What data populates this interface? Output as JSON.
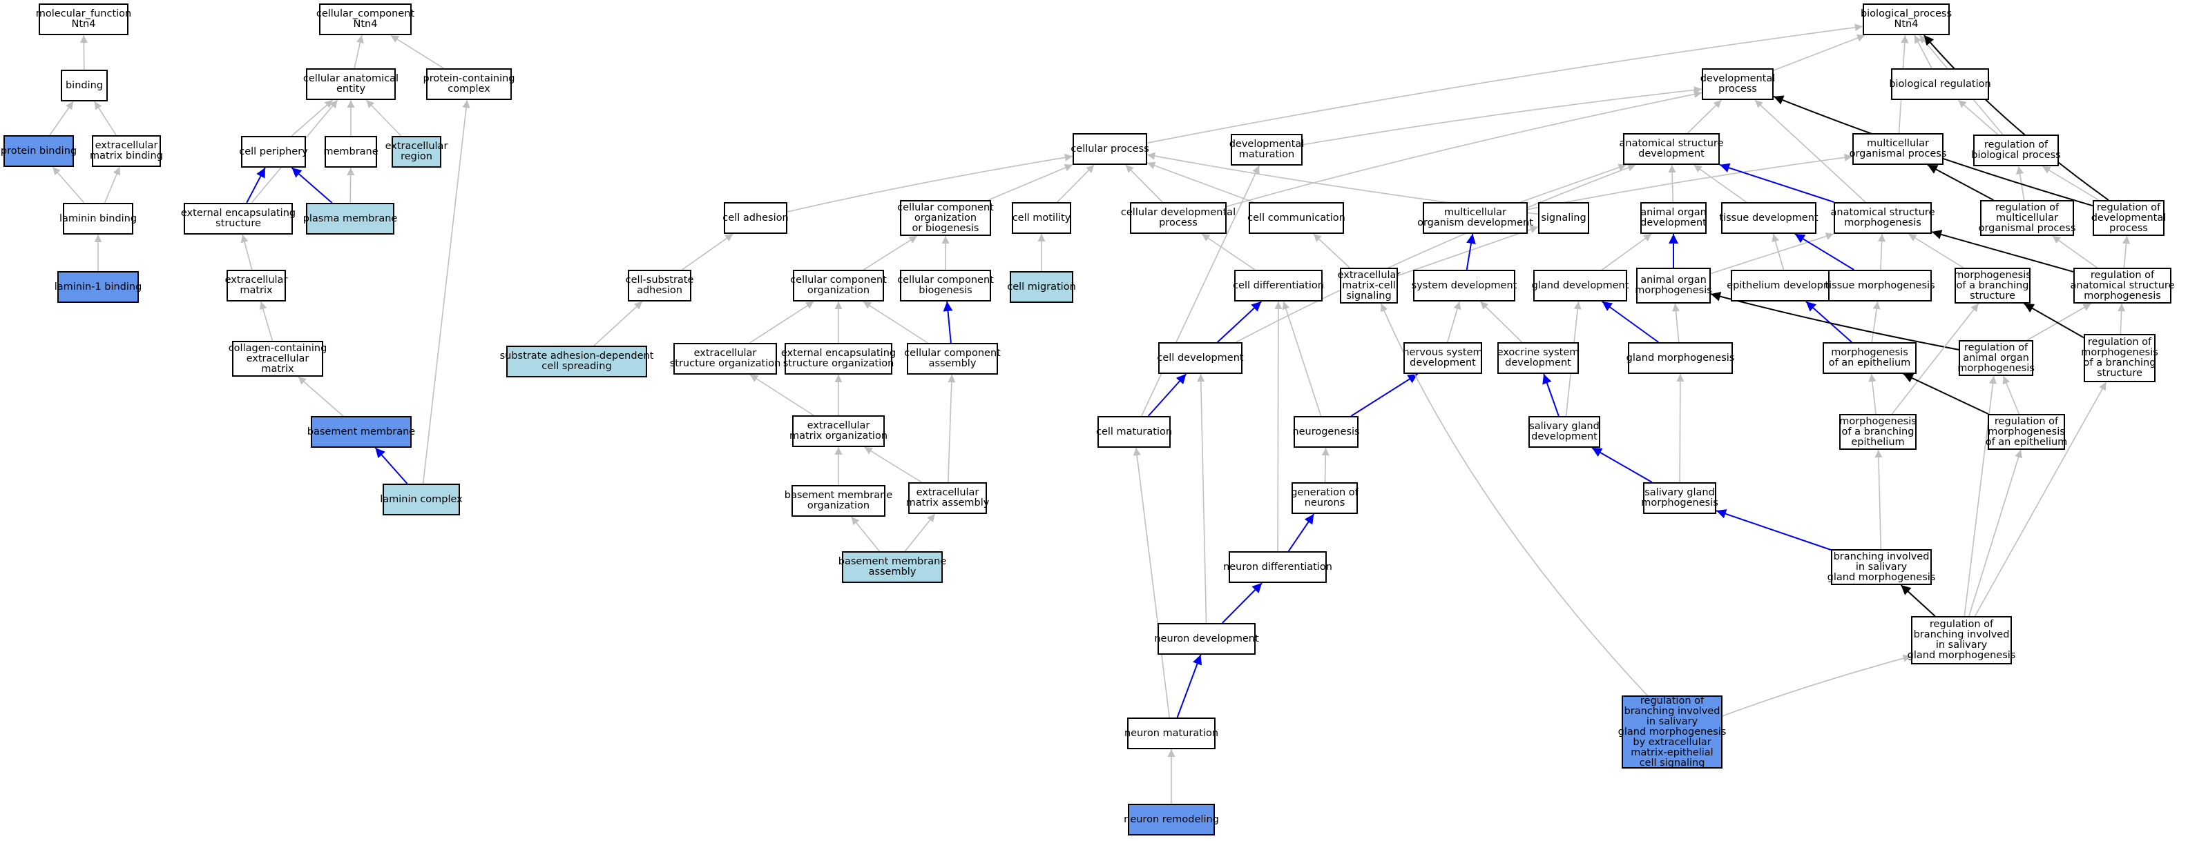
{
  "colors": {
    "term": "#ffffff",
    "direct_annotation": "#6495ed",
    "inferred_annotation": "#add8e6",
    "edge_is_a": "#bfbfbf",
    "edge_part_of": "#0000ee",
    "edge_regulates": "#000000"
  },
  "nodes": [
    {
      "id": "mf_root",
      "lines": [
        "molecular_function",
        "Ntn4"
      ],
      "fill": "white"
    },
    {
      "id": "binding",
      "lines": [
        "binding"
      ],
      "fill": "white"
    },
    {
      "id": "protein_binding",
      "lines": [
        "protein binding"
      ],
      "fill": "dark"
    },
    {
      "id": "ecm_binding",
      "lines": [
        "extracellular",
        "matrix binding"
      ],
      "fill": "white"
    },
    {
      "id": "laminin_binding",
      "lines": [
        "laminin binding"
      ],
      "fill": "white"
    },
    {
      "id": "laminin1_binding",
      "lines": [
        "laminin-1 binding"
      ],
      "fill": "dark"
    },
    {
      "id": "cc_root",
      "lines": [
        "cellular_component",
        "Ntn4"
      ],
      "fill": "white"
    },
    {
      "id": "cae",
      "lines": [
        "cellular anatomical",
        "entity"
      ],
      "fill": "white"
    },
    {
      "id": "protein_complex",
      "lines": [
        "protein-containing",
        "complex"
      ],
      "fill": "white"
    },
    {
      "id": "cell_periphery",
      "lines": [
        "cell periphery"
      ],
      "fill": "white"
    },
    {
      "id": "membrane",
      "lines": [
        "membrane"
      ],
      "fill": "white"
    },
    {
      "id": "ec_region",
      "lines": [
        "extracellular",
        "region"
      ],
      "fill": "light"
    },
    {
      "id": "ext_enc_struct",
      "lines": [
        "external encapsulating",
        "structure"
      ],
      "fill": "white"
    },
    {
      "id": "plasma_membrane",
      "lines": [
        "plasma membrane"
      ],
      "fill": "light"
    },
    {
      "id": "ec_matrix",
      "lines": [
        "extracellular",
        "matrix"
      ],
      "fill": "white"
    },
    {
      "id": "collagen_ecm",
      "lines": [
        "collagen-containing",
        "extracellular",
        "matrix"
      ],
      "fill": "white"
    },
    {
      "id": "basement_membrane",
      "lines": [
        "basement membrane"
      ],
      "fill": "dark"
    },
    {
      "id": "laminin_complex",
      "lines": [
        "laminin complex"
      ],
      "fill": "light"
    },
    {
      "id": "cellular_process",
      "lines": [
        "cellular process"
      ],
      "fill": "white"
    },
    {
      "id": "dev_maturation",
      "lines": [
        "developmental",
        "maturation"
      ],
      "fill": "white"
    },
    {
      "id": "cell_adhesion",
      "lines": [
        "cell adhesion"
      ],
      "fill": "white"
    },
    {
      "id": "ccob",
      "lines": [
        "cellular component",
        "organization",
        "or biogenesis"
      ],
      "fill": "white"
    },
    {
      "id": "cell_motility",
      "lines": [
        "cell motility"
      ],
      "fill": "white"
    },
    {
      "id": "cell_substrate_adh",
      "lines": [
        "cell-substrate",
        "adhesion"
      ],
      "fill": "white"
    },
    {
      "id": "cc_org",
      "lines": [
        "cellular component",
        "organization"
      ],
      "fill": "white"
    },
    {
      "id": "cc_biogenesis",
      "lines": [
        "cellular component",
        "biogenesis"
      ],
      "fill": "white"
    },
    {
      "id": "cell_migration",
      "lines": [
        "cell migration"
      ],
      "fill": "light"
    },
    {
      "id": "substrate_spreading",
      "lines": [
        "substrate adhesion-dependent",
        "cell spreading"
      ],
      "fill": "light"
    },
    {
      "id": "ec_struct_org",
      "lines": [
        "extracellular",
        "structure organization"
      ],
      "fill": "white"
    },
    {
      "id": "ext_enc_struct_org",
      "lines": [
        "external encapsulating",
        "structure organization"
      ],
      "fill": "white"
    },
    {
      "id": "cc_assembly",
      "lines": [
        "cellular component",
        "assembly"
      ],
      "fill": "white"
    },
    {
      "id": "ecm_org",
      "lines": [
        "extracellular",
        "matrix organization"
      ],
      "fill": "white"
    },
    {
      "id": "bm_org",
      "lines": [
        "basement membrane",
        "organization"
      ],
      "fill": "white"
    },
    {
      "id": "ecm_assembly",
      "lines": [
        "extracellular",
        "matrix assembly"
      ],
      "fill": "white"
    },
    {
      "id": "bm_assembly",
      "lines": [
        "basement membrane",
        "assembly"
      ],
      "fill": "light"
    },
    {
      "id": "bp_root",
      "lines": [
        "biological_process",
        "Ntn4"
      ],
      "fill": "white"
    },
    {
      "id": "dev_process",
      "lines": [
        "developmental",
        "process"
      ],
      "fill": "white"
    },
    {
      "id": "bio_reg",
      "lines": [
        "biological regulation"
      ],
      "fill": "white"
    },
    {
      "id": "anat_struct_dev",
      "lines": [
        "anatomical structure",
        "development"
      ],
      "fill": "white"
    },
    {
      "id": "multicell_proc",
      "lines": [
        "multicellular",
        "organismal process"
      ],
      "fill": "white"
    },
    {
      "id": "reg_bio_proc",
      "lines": [
        "regulation of",
        "biological process"
      ],
      "fill": "white"
    },
    {
      "id": "cell_dev_proc",
      "lines": [
        "cellular developmental",
        "process"
      ],
      "fill": "white"
    },
    {
      "id": "cell_comm",
      "lines": [
        "cell communication"
      ],
      "fill": "white"
    },
    {
      "id": "multicell_dev",
      "lines": [
        "multicellular",
        "organism development"
      ],
      "fill": "white"
    },
    {
      "id": "signaling",
      "lines": [
        "signaling"
      ],
      "fill": "white"
    },
    {
      "id": "animal_organ_dev",
      "lines": [
        "animal organ",
        "development"
      ],
      "fill": "white"
    },
    {
      "id": "tissue_dev",
      "lines": [
        "tissue development"
      ],
      "fill": "white"
    },
    {
      "id": "anat_struct_morph",
      "lines": [
        "anatomical structure",
        "morphogenesis"
      ],
      "fill": "white"
    },
    {
      "id": "reg_multicell",
      "lines": [
        "regulation of",
        "multicellular",
        "organismal process"
      ],
      "fill": "white"
    },
    {
      "id": "reg_dev_proc",
      "lines": [
        "regulation of",
        "developmental",
        "process"
      ],
      "fill": "white"
    },
    {
      "id": "cell_diff",
      "lines": [
        "cell differentiation"
      ],
      "fill": "white"
    },
    {
      "id": "ecm_cell_signal",
      "lines": [
        "extracellular",
        "matrix-cell",
        "signaling"
      ],
      "fill": "white"
    },
    {
      "id": "system_dev",
      "lines": [
        "system development"
      ],
      "fill": "white"
    },
    {
      "id": "gland_dev",
      "lines": [
        "gland development"
      ],
      "fill": "white"
    },
    {
      "id": "animal_organ_morph",
      "lines": [
        "animal organ",
        "morphogenesis"
      ],
      "fill": "white"
    },
    {
      "id": "epithelium_dev",
      "lines": [
        "epithelium development"
      ],
      "fill": "white"
    },
    {
      "id": "tissue_morph",
      "lines": [
        "tissue morphogenesis"
      ],
      "fill": "white"
    },
    {
      "id": "morph_branching",
      "lines": [
        "morphogenesis",
        "of a branching",
        "structure"
      ],
      "fill": "white"
    },
    {
      "id": "reg_anat_morph",
      "lines": [
        "regulation of",
        "anatomical structure",
        "morphogenesis"
      ],
      "fill": "white"
    },
    {
      "id": "cell_dev",
      "lines": [
        "cell development"
      ],
      "fill": "white"
    },
    {
      "id": "nervous_dev",
      "lines": [
        "nervous system",
        "development"
      ],
      "fill": "white"
    },
    {
      "id": "exocrine_dev",
      "lines": [
        "exocrine system",
        "development"
      ],
      "fill": "white"
    },
    {
      "id": "gland_morph",
      "lines": [
        "gland morphogenesis"
      ],
      "fill": "white"
    },
    {
      "id": "morph_epithelium",
      "lines": [
        "morphogenesis",
        "of an epithelium"
      ],
      "fill": "white"
    },
    {
      "id": "reg_animal_organ_morph",
      "lines": [
        "regulation of",
        "animal organ",
        "morphogenesis"
      ],
      "fill": "white"
    },
    {
      "id": "reg_morph_branching",
      "lines": [
        "regulation of",
        "morphogenesis",
        "of a branching",
        "structure"
      ],
      "fill": "white"
    },
    {
      "id": "cell_maturation",
      "lines": [
        "cell maturation"
      ],
      "fill": "white"
    },
    {
      "id": "neurogenesis",
      "lines": [
        "neurogenesis"
      ],
      "fill": "white"
    },
    {
      "id": "salivary_dev",
      "lines": [
        "salivary gland",
        "development"
      ],
      "fill": "white"
    },
    {
      "id": "morph_branch_epith",
      "lines": [
        "morphogenesis",
        "of a branching",
        "epithelium"
      ],
      "fill": "white"
    },
    {
      "id": "reg_morph_epith",
      "lines": [
        "regulation of",
        "morphogenesis",
        "of an epithelium"
      ],
      "fill": "white"
    },
    {
      "id": "gen_neurons",
      "lines": [
        "generation of",
        "neurons"
      ],
      "fill": "white"
    },
    {
      "id": "salivary_morph",
      "lines": [
        "salivary gland",
        "morphogenesis"
      ],
      "fill": "white"
    },
    {
      "id": "neuron_diff",
      "lines": [
        "neuron differentiation"
      ],
      "fill": "white"
    },
    {
      "id": "branching_salivary",
      "lines": [
        "branching involved",
        "in salivary",
        "gland morphogenesis"
      ],
      "fill": "white"
    },
    {
      "id": "neuron_dev",
      "lines": [
        "neuron development"
      ],
      "fill": "white"
    },
    {
      "id": "reg_branching_salivary",
      "lines": [
        "regulation of",
        "branching involved",
        "in salivary",
        "gland morphogenesis"
      ],
      "fill": "white"
    },
    {
      "id": "neuron_maturation",
      "lines": [
        "neuron maturation"
      ],
      "fill": "white"
    },
    {
      "id": "reg_branching_ecm_signal",
      "lines": [
        "regulation of",
        "branching involved",
        "in salivary",
        "gland morphogenesis",
        "by extracellular",
        "matrix-epithelial",
        "cell signaling"
      ],
      "fill": "dark"
    },
    {
      "id": "neuron_remodeling",
      "lines": [
        "neuron remodeling"
      ],
      "fill": "dark"
    }
  ],
  "edges": [
    [
      "binding",
      "mf_root",
      "is_a"
    ],
    [
      "protein_binding",
      "binding",
      "is_a"
    ],
    [
      "ecm_binding",
      "binding",
      "is_a"
    ],
    [
      "laminin_binding",
      "protein_binding",
      "is_a"
    ],
    [
      "laminin_binding",
      "ecm_binding",
      "is_a"
    ],
    [
      "laminin1_binding",
      "laminin_binding",
      "is_a"
    ],
    [
      "cae",
      "cc_root",
      "is_a"
    ],
    [
      "protein_complex",
      "cc_root",
      "is_a"
    ],
    [
      "cell_periphery",
      "cae",
      "is_a"
    ],
    [
      "membrane",
      "cae",
      "is_a"
    ],
    [
      "ec_region",
      "cae",
      "is_a"
    ],
    [
      "ext_enc_struct",
      "cae",
      "is_a"
    ],
    [
      "ext_enc_struct",
      "cell_periphery",
      "part_of"
    ],
    [
      "plasma_membrane",
      "cell_periphery",
      "part_of"
    ],
    [
      "plasma_membrane",
      "membrane",
      "is_a"
    ],
    [
      "ec_matrix",
      "ext_enc_struct",
      "is_a"
    ],
    [
      "collagen_ecm",
      "ec_matrix",
      "is_a"
    ],
    [
      "basement_membrane",
      "collagen_ecm",
      "is_a"
    ],
    [
      "laminin_complex",
      "basement_membrane",
      "part_of"
    ],
    [
      "laminin_complex",
      "protein_complex",
      "is_a"
    ],
    [
      "cellular_process",
      "bp_root",
      "is_a"
    ],
    [
      "dev_process",
      "bp_root",
      "is_a"
    ],
    [
      "bio_reg",
      "bp_root",
      "is_a"
    ],
    [
      "multicell_proc",
      "bp_root",
      "is_a"
    ],
    [
      "reg_bio_proc",
      "bp_root",
      "is_a"
    ],
    [
      "reg_bio_proc",
      "bio_reg",
      "is_a"
    ],
    [
      "reg_dev_proc",
      "bp_root",
      "regulates"
    ],
    [
      "dev_maturation",
      "dev_process",
      "is_a"
    ],
    [
      "cell_adhesion",
      "cellular_process",
      "is_a"
    ],
    [
      "ccob",
      "cellular_process",
      "is_a"
    ],
    [
      "cell_motility",
      "cellular_process",
      "is_a"
    ],
    [
      "cell_dev_proc",
      "cellular_process",
      "is_a"
    ],
    [
      "cell_dev_proc",
      "dev_process",
      "is_a"
    ],
    [
      "cell_comm",
      "cellular_process",
      "is_a"
    ],
    [
      "cell_substrate_adh",
      "cell_adhesion",
      "is_a"
    ],
    [
      "cc_org",
      "ccob",
      "is_a"
    ],
    [
      "cc_biogenesis",
      "ccob",
      "is_a"
    ],
    [
      "cell_migration",
      "cell_motility",
      "is_a"
    ],
    [
      "substrate_spreading",
      "cell_substrate_adh",
      "is_a"
    ],
    [
      "ec_struct_org",
      "cc_org",
      "is_a"
    ],
    [
      "ext_enc_struct_org",
      "cc_org",
      "is_a"
    ],
    [
      "cc_assembly",
      "cc_org",
      "is_a"
    ],
    [
      "cc_assembly",
      "cc_biogenesis",
      "part_of"
    ],
    [
      "ecm_org",
      "ec_struct_org",
      "is_a"
    ],
    [
      "ecm_org",
      "ext_enc_struct_org",
      "is_a"
    ],
    [
      "bm_org",
      "ecm_org",
      "is_a"
    ],
    [
      "ecm_assembly",
      "ecm_org",
      "is_a"
    ],
    [
      "ecm_assembly",
      "cc_assembly",
      "is_a"
    ],
    [
      "bm_assembly",
      "bm_org",
      "is_a"
    ],
    [
      "bm_assembly",
      "ecm_assembly",
      "is_a"
    ],
    [
      "anat_struct_dev",
      "dev_process",
      "is_a"
    ],
    [
      "multicell_dev",
      "anat_struct_dev",
      "is_a"
    ],
    [
      "multicell_dev",
      "multicell_proc",
      "is_a"
    ],
    [
      "signaling",
      "cellular_process",
      "is_a"
    ],
    [
      "animal_organ_dev",
      "anat_struct_dev",
      "is_a"
    ],
    [
      "tissue_dev",
      "anat_struct_dev",
      "is_a"
    ],
    [
      "anat_struct_morph",
      "anat_struct_dev",
      "part_of"
    ],
    [
      "anat_struct_morph",
      "dev_process",
      "is_a"
    ],
    [
      "reg_multicell",
      "multicell_proc",
      "regulates"
    ],
    [
      "reg_multicell",
      "reg_bio_proc",
      "is_a"
    ],
    [
      "reg_dev_proc",
      "dev_process",
      "regulates"
    ],
    [
      "reg_dev_proc",
      "reg_bio_proc",
      "is_a"
    ],
    [
      "cell_diff",
      "cell_dev_proc",
      "is_a"
    ],
    [
      "ecm_cell_signal",
      "cell_comm",
      "is_a"
    ],
    [
      "ecm_cell_signal",
      "signaling",
      "is_a"
    ],
    [
      "system_dev",
      "multicell_dev",
      "part_of"
    ],
    [
      "gland_dev",
      "animal_organ_dev",
      "is_a"
    ],
    [
      "animal_organ_morph",
      "animal_organ_dev",
      "part_of"
    ],
    [
      "animal_organ_morph",
      "anat_struct_morph",
      "is_a"
    ],
    [
      "epithelium_dev",
      "tissue_dev",
      "is_a"
    ],
    [
      "tissue_morph",
      "tissue_dev",
      "part_of"
    ],
    [
      "tissue_morph",
      "anat_struct_morph",
      "is_a"
    ],
    [
      "morph_branching",
      "anat_struct_morph",
      "is_a"
    ],
    [
      "reg_anat_morph",
      "anat_struct_morph",
      "regulates"
    ],
    [
      "reg_anat_morph",
      "reg_dev_proc",
      "is_a"
    ],
    [
      "reg_anat_morph",
      "reg_multicell",
      "is_a"
    ],
    [
      "cell_dev",
      "cell_diff",
      "part_of"
    ],
    [
      "cell_dev",
      "anat_struct_dev",
      "is_a"
    ],
    [
      "nervous_dev",
      "system_dev",
      "is_a"
    ],
    [
      "exocrine_dev",
      "system_dev",
      "is_a"
    ],
    [
      "gland_morph",
      "gland_dev",
      "part_of"
    ],
    [
      "gland_morph",
      "animal_organ_morph",
      "is_a"
    ],
    [
      "morph_epithelium",
      "epithelium_dev",
      "part_of"
    ],
    [
      "morph_epithelium",
      "tissue_morph",
      "is_a"
    ],
    [
      "reg_animal_organ_morph",
      "animal_organ_morph",
      "regulates"
    ],
    [
      "reg_animal_organ_morph",
      "reg_anat_morph",
      "is_a"
    ],
    [
      "reg_morph_branching",
      "morph_branching",
      "regulates"
    ],
    [
      "reg_morph_branching",
      "reg_anat_morph",
      "is_a"
    ],
    [
      "cell_maturation",
      "cell_dev",
      "part_of"
    ],
    [
      "cell_maturation",
      "dev_maturation",
      "is_a"
    ],
    [
      "neurogenesis",
      "nervous_dev",
      "part_of"
    ],
    [
      "neurogenesis",
      "cell_diff",
      "is_a"
    ],
    [
      "salivary_dev",
      "exocrine_dev",
      "part_of"
    ],
    [
      "salivary_dev",
      "gland_dev",
      "is_a"
    ],
    [
      "morph_branch_epith",
      "morph_epithelium",
      "is_a"
    ],
    [
      "morph_branch_epith",
      "morph_branching",
      "is_a"
    ],
    [
      "reg_morph_epith",
      "morph_epithelium",
      "regulates"
    ],
    [
      "reg_morph_epith",
      "reg_animal_organ_morph",
      "is_a"
    ],
    [
      "gen_neurons",
      "neurogenesis",
      "is_a"
    ],
    [
      "salivary_morph",
      "salivary_dev",
      "part_of"
    ],
    [
      "salivary_morph",
      "gland_morph",
      "is_a"
    ],
    [
      "neuron_diff",
      "gen_neurons",
      "part_of"
    ],
    [
      "neuron_diff",
      "cell_diff",
      "is_a"
    ],
    [
      "branching_salivary",
      "salivary_morph",
      "part_of"
    ],
    [
      "branching_salivary",
      "morph_branch_epith",
      "is_a"
    ],
    [
      "neuron_dev",
      "neuron_diff",
      "part_of"
    ],
    [
      "neuron_dev",
      "cell_dev",
      "is_a"
    ],
    [
      "reg_branching_salivary",
      "branching_salivary",
      "regulates"
    ],
    [
      "reg_branching_salivary",
      "reg_morph_epith",
      "is_a"
    ],
    [
      "reg_branching_salivary",
      "reg_morph_branching",
      "is_a"
    ],
    [
      "reg_branching_salivary",
      "reg_animal_organ_morph",
      "is_a"
    ],
    [
      "neuron_maturation",
      "neuron_dev",
      "part_of"
    ],
    [
      "neuron_maturation",
      "cell_maturation",
      "is_a"
    ],
    [
      "reg_branching_ecm_signal",
      "reg_branching_salivary",
      "is_a"
    ],
    [
      "reg_branching_ecm_signal",
      "ecm_cell_signal",
      "is_a"
    ],
    [
      "neuron_remodeling",
      "neuron_maturation",
      "is_a"
    ]
  ]
}
